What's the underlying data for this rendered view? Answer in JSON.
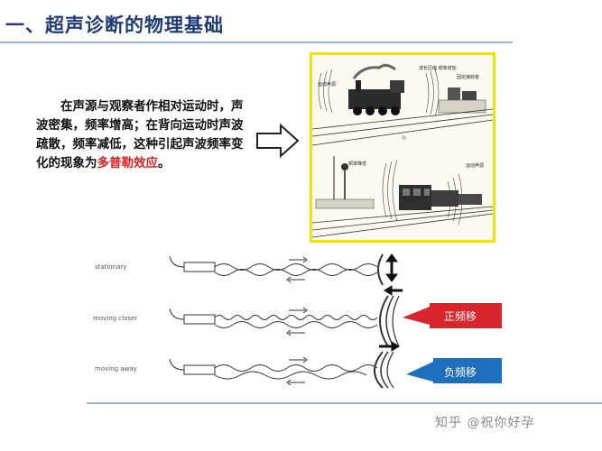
{
  "slide": {
    "title": "一、超声诊断的物理基础",
    "paragraph": {
      "text_before": "在声源与观察者作相对运动时，声波密集，频率增高；在背向运动时声波疏散，频率减低，这种引起声波频率变化的现象为",
      "highlight": "多普勒效应",
      "text_after": "。"
    },
    "illustration": {
      "labels": [
        "运动声源",
        "波长压缩 频率增加",
        "固定接收者",
        "频率降低",
        "运动声源"
      ],
      "letter": "h"
    },
    "diagram": {
      "rows": [
        {
          "label": "stationary"
        },
        {
          "label": "moving closer",
          "callout": "正频移"
        },
        {
          "label": "moving away",
          "callout": "负频移"
        }
      ]
    },
    "watermark": "知乎 @祝你好孕"
  },
  "colors": {
    "title": "#1f3a74",
    "accent_red": "#e02020",
    "callout_red": "#d9262c",
    "callout_blue": "#1f6fbf",
    "frame_yellow": "#f2e400",
    "rule": "#9bb5dc"
  }
}
